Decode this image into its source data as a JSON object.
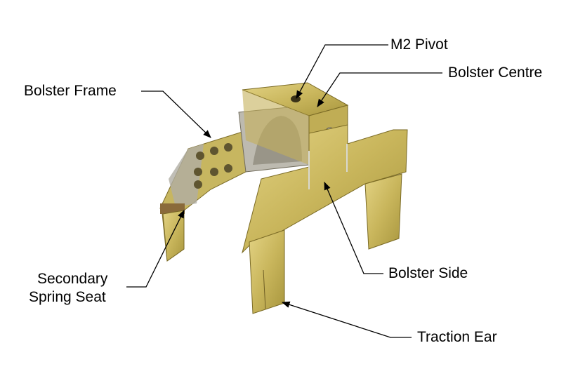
{
  "diagram": {
    "subject": "brass bogie bolster assembly",
    "colors": {
      "brass": "#c8b45a",
      "brass_dark": "#9a8a3a",
      "brass_light": "#e0cf7c",
      "solder": "#b8b8b0",
      "line": "#000000"
    },
    "labels": [
      {
        "id": "m2-pivot",
        "text": "M2 Pivot"
      },
      {
        "id": "bolster-centre",
        "text": "Bolster Centre"
      },
      {
        "id": "bolster-frame",
        "text": "Bolster Frame"
      },
      {
        "id": "secondary-spring-seat",
        "line1": "Secondary",
        "line2": "Spring Seat"
      },
      {
        "id": "bolster-side",
        "text": "Bolster Side"
      },
      {
        "id": "traction-ear",
        "text": "Traction Ear"
      }
    ]
  }
}
